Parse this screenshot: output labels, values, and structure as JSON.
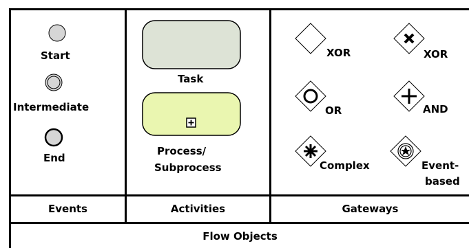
{
  "events": {
    "start": "Start",
    "intermediate": "Intermediate",
    "end": "End"
  },
  "activities": {
    "task": "Task",
    "process_line1": "Process/",
    "process_line2": "Subprocess"
  },
  "gateways": {
    "xor": "XOR",
    "xor_marked": "XOR",
    "or": "OR",
    "and": "AND",
    "complex": "Complex",
    "event_based_line1": "Event-",
    "event_based_line2": "based"
  },
  "categories": {
    "events": "Events",
    "activities": "Activities",
    "gateways": "Gateways"
  },
  "group_label": "Flow Objects",
  "colors": {
    "circle_fill": "#d6d6d6",
    "task_fill": "#dde3d6",
    "subprocess_fill": "#eaf6b0",
    "border": "#000000"
  }
}
